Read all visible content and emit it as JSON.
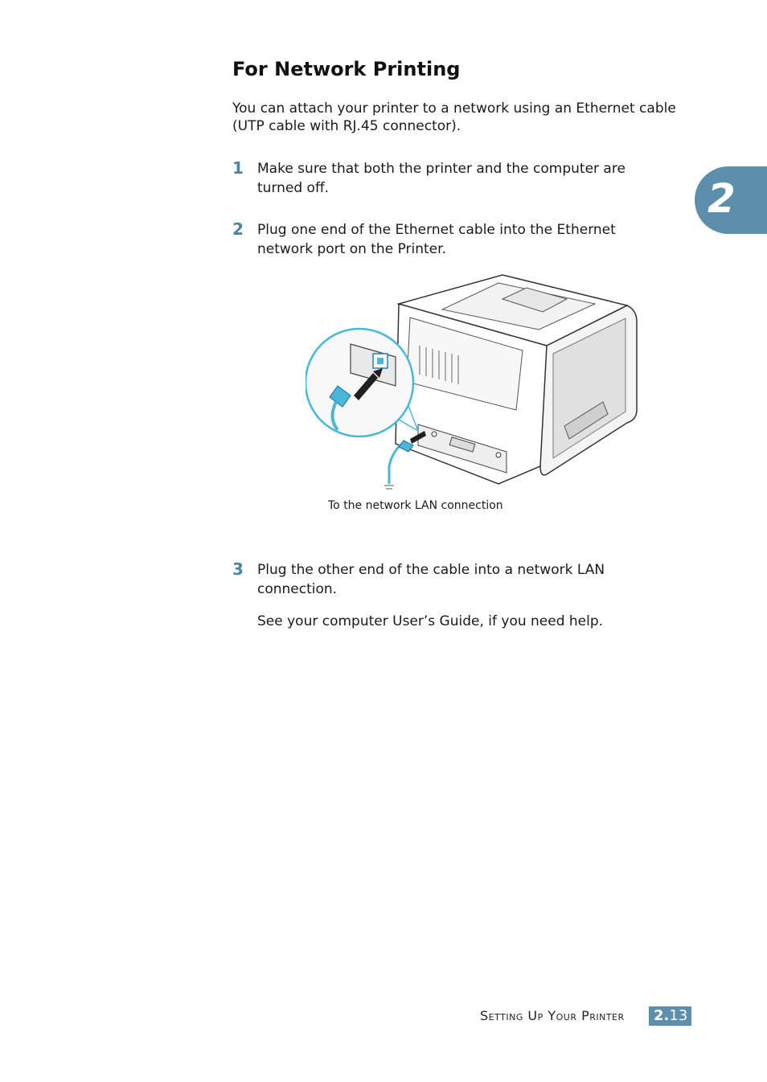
{
  "section": {
    "title": "For Network Printing",
    "intro": "You can attach your printer to a network using an Ethernet cable (UTP cable with RJ.45 connector)."
  },
  "steps": [
    {
      "number": "1",
      "text": "Make sure that both the printer and the computer are turned off."
    },
    {
      "number": "2",
      "text": "Plug one end of the Ethernet cable into the Ethernet network port on the Printer."
    },
    {
      "number": "3",
      "text": "Plug the other end of the cable into a network LAN connection."
    }
  ],
  "step3_note": "See your computer User’s Guide, if you need help.",
  "figure": {
    "caption": "To the network LAN connection"
  },
  "chapter_tab": {
    "number": "2"
  },
  "footer": {
    "title": "Setting Up Your Printer",
    "page_major": "2.",
    "page_minor": "13"
  },
  "colors": {
    "accent": "#5b8fab",
    "step_number": "#4d84a0",
    "cable": "#4ab6d8"
  }
}
